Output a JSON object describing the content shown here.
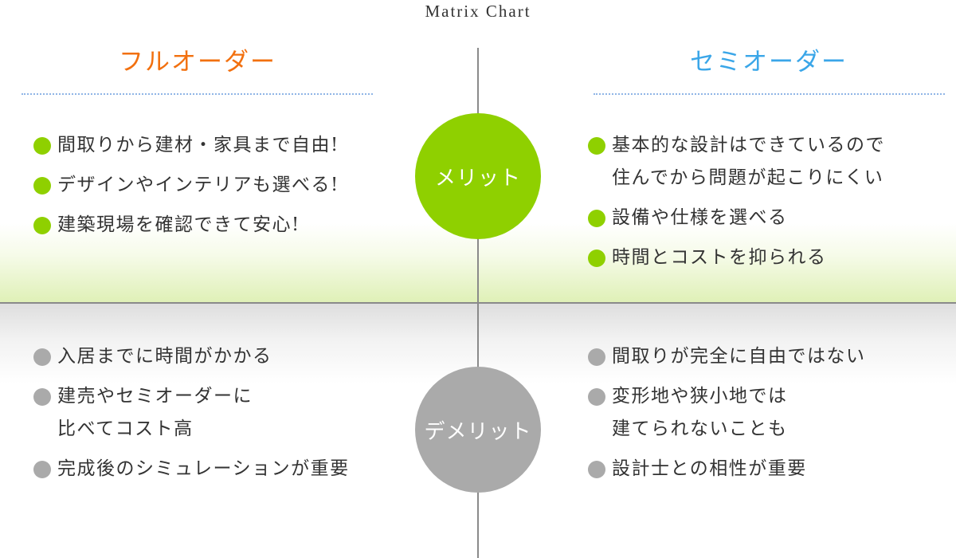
{
  "title": "Matrix Chart",
  "columns": {
    "left": {
      "label": "フルオーダー",
      "color": "#f2700f"
    },
    "right": {
      "label": "セミオーダー",
      "color": "#3aa6e8"
    }
  },
  "rows": {
    "merit": {
      "label": "メリット",
      "color": "#8fd000"
    },
    "demerit": {
      "label": "デメリット",
      "color": "#aaaaaa"
    }
  },
  "cells": {
    "left_merit": [
      "間取りから建材・家具まで自由!",
      "デザインやインテリアも選べる!",
      "建築現場を確認できて安心!"
    ],
    "right_merit": [
      "基本的な設計はできているので\n住んでから問題が起こりにくい",
      "設備や仕様を選べる",
      "時間とコストを抑られる"
    ],
    "left_demerit": [
      "入居までに時間がかかる",
      "建売やセミオーダーに\n比べてコスト高",
      "完成後のシミュレーションが重要"
    ],
    "right_demerit": [
      "間取りが完全に自由ではない",
      "変形地や狭小地では\n建てられないことも",
      "設計士との相性が重要"
    ]
  }
}
